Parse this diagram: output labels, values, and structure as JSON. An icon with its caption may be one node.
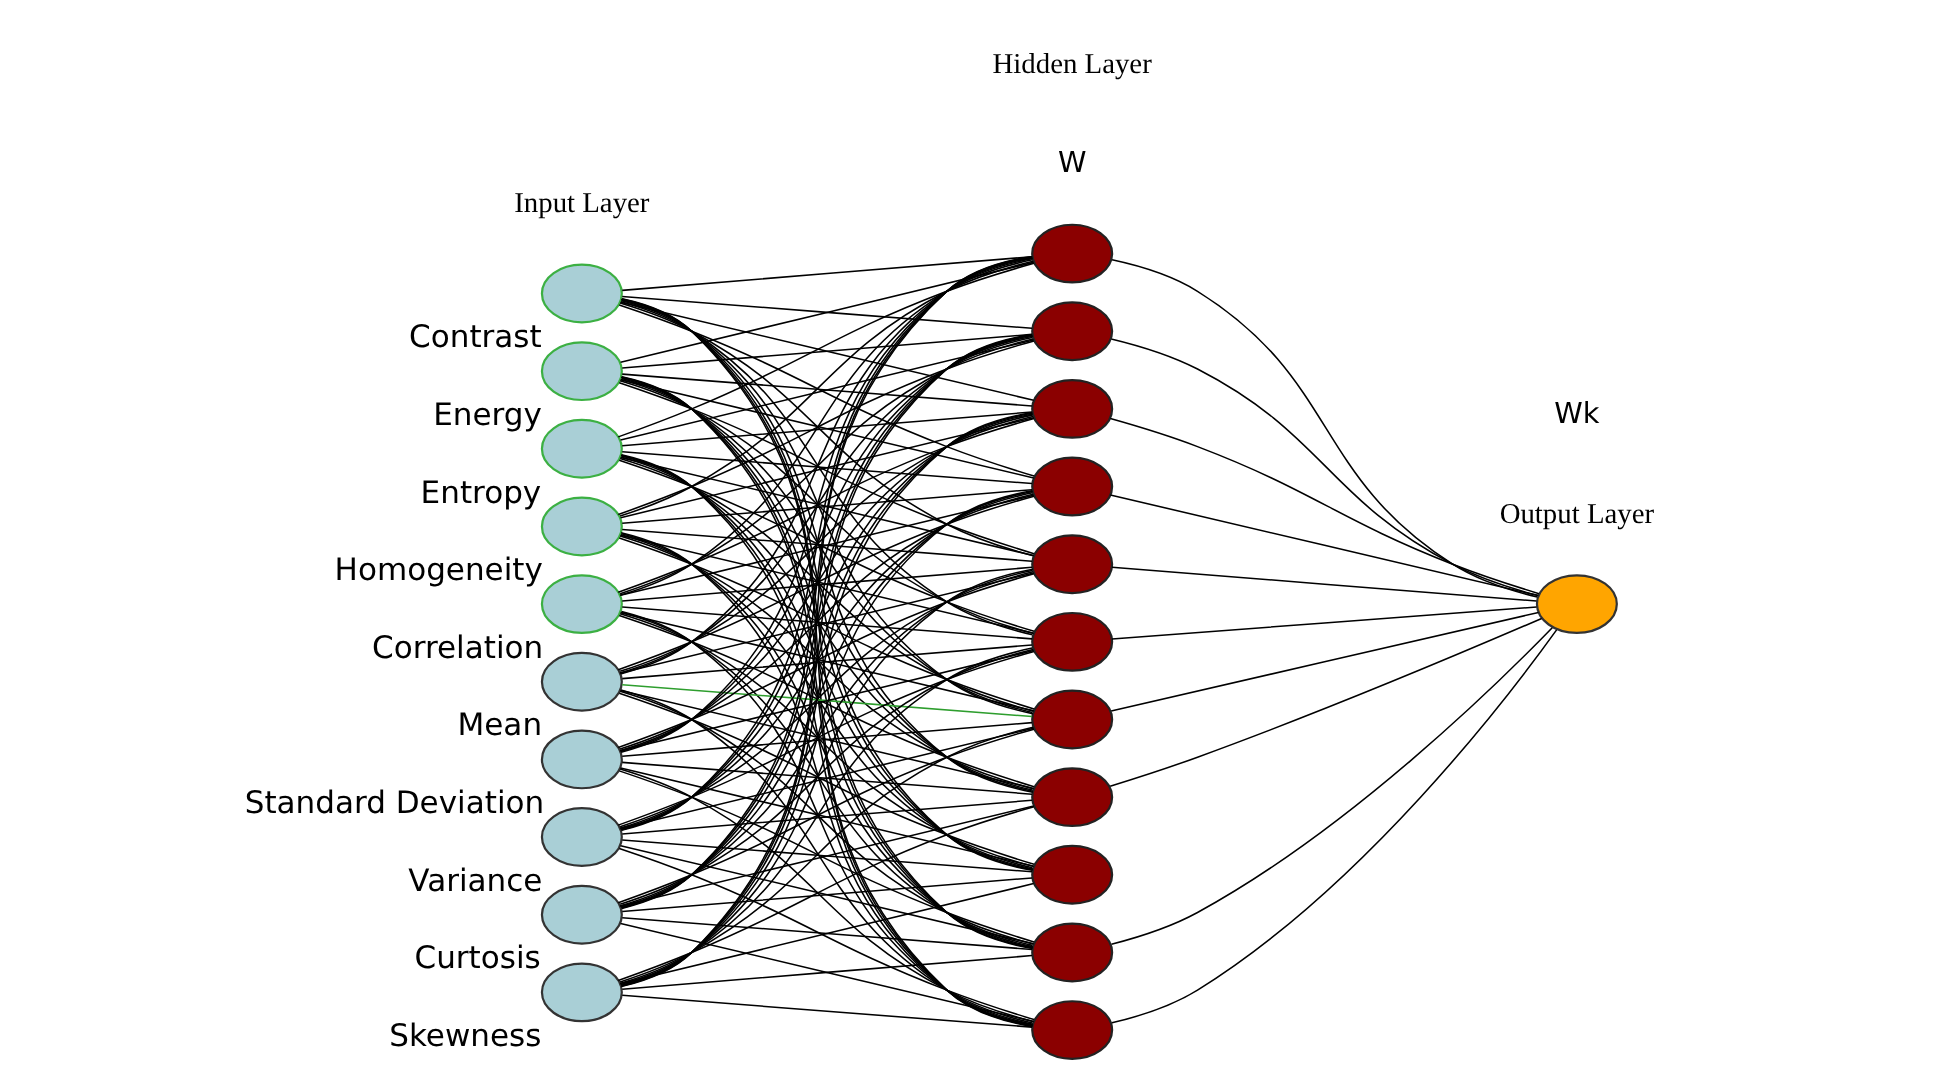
{
  "diagram": {
    "nodes": [
      {
        "text": [],
        "shape": "circle",
        "beside": [
          "Contrast"
        ]
      },
      {
        "text": [],
        "shape": "circle",
        "beside": [
          "Energy"
        ]
      },
      {
        "text": [],
        "shape": "circle",
        "beside": [
          "Entropy"
        ]
      },
      {
        "text": [],
        "shape": "circle",
        "beside": [
          "Homogeneity"
        ]
      },
      {
        "text": [],
        "shape": "circle",
        "beside": [
          "Correlation"
        ]
      },
      {
        "text": [],
        "shape": "circle",
        "beside": [
          "Mean"
        ]
      },
      {
        "text": [],
        "shape": "circle",
        "beside": [
          "Standard Deviation"
        ]
      },
      {
        "text": [],
        "shape": "circle",
        "beside": [
          "Variance"
        ]
      },
      {
        "text": [],
        "shape": "circle",
        "beside": [
          "Curtosis"
        ]
      },
      {
        "text": [],
        "shape": "circle",
        "beside": [
          "Skewness"
        ]
      },
      {
        "text": [],
        "shape": "circle"
      },
      {
        "text": [],
        "shape": "circle"
      },
      {
        "text": [],
        "shape": "circle"
      },
      {
        "text": [],
        "shape": "circle"
      },
      {
        "text": [],
        "shape": "circle"
      },
      {
        "text": [],
        "shape": "circle"
      },
      {
        "text": [],
        "shape": "circle"
      },
      {
        "text": [],
        "shape": "circle"
      },
      {
        "text": [],
        "shape": "circle"
      },
      {
        "text": [],
        "shape": "circle"
      },
      {
        "text": [],
        "shape": "circle"
      },
      {
        "text": [],
        "shape": "circle"
      }
    ],
    "edges": [
      {
        "from": 0,
        "to": 10,
        "arrow": "none"
      },
      {
        "from": 0,
        "to": 11,
        "arrow": "none"
      },
      {
        "from": 0,
        "to": 12,
        "arrow": "none"
      },
      {
        "from": 0,
        "to": 13,
        "arrow": "none"
      },
      {
        "from": 0,
        "to": 14,
        "arrow": "none"
      },
      {
        "from": 0,
        "to": 15,
        "arrow": "none"
      },
      {
        "from": 0,
        "to": 16,
        "arrow": "none"
      },
      {
        "from": 0,
        "to": 17,
        "arrow": "none"
      },
      {
        "from": 0,
        "to": 18,
        "arrow": "none"
      },
      {
        "from": 0,
        "to": 19,
        "arrow": "none"
      },
      {
        "from": 0,
        "to": 20,
        "arrow": "none"
      },
      {
        "from": 1,
        "to": 10,
        "arrow": "none"
      },
      {
        "from": 1,
        "to": 11,
        "arrow": "none"
      },
      {
        "from": 1,
        "to": 12,
        "arrow": "none"
      },
      {
        "from": 1,
        "to": 13,
        "arrow": "none"
      },
      {
        "from": 1,
        "to": 14,
        "arrow": "none"
      },
      {
        "from": 1,
        "to": 15,
        "arrow": "none"
      },
      {
        "from": 1,
        "to": 16,
        "arrow": "none"
      },
      {
        "from": 1,
        "to": 17,
        "arrow": "none"
      },
      {
        "from": 1,
        "to": 18,
        "arrow": "none"
      },
      {
        "from": 1,
        "to": 19,
        "arrow": "none"
      },
      {
        "from": 1,
        "to": 20,
        "arrow": "none"
      },
      {
        "from": 2,
        "to": 10,
        "arrow": "none"
      },
      {
        "from": 2,
        "to": 11,
        "arrow": "none"
      },
      {
        "from": 2,
        "to": 12,
        "arrow": "none"
      },
      {
        "from": 2,
        "to": 13,
        "arrow": "none"
      },
      {
        "from": 2,
        "to": 14,
        "arrow": "none"
      },
      {
        "from": 2,
        "to": 15,
        "arrow": "none"
      },
      {
        "from": 2,
        "to": 16,
        "arrow": "none"
      },
      {
        "from": 2,
        "to": 17,
        "arrow": "none"
      },
      {
        "from": 2,
        "to": 18,
        "arrow": "none"
      },
      {
        "from": 2,
        "to": 19,
        "arrow": "none"
      },
      {
        "from": 2,
        "to": 20,
        "arrow": "none"
      },
      {
        "from": 3,
        "to": 10,
        "arrow": "none"
      },
      {
        "from": 3,
        "to": 11,
        "arrow": "none"
      },
      {
        "from": 3,
        "to": 12,
        "arrow": "none"
      },
      {
        "from": 3,
        "to": 13,
        "arrow": "none"
      },
      {
        "from": 3,
        "to": 14,
        "arrow": "none"
      },
      {
        "from": 3,
        "to": 15,
        "arrow": "none"
      },
      {
        "from": 3,
        "to": 16,
        "arrow": "none"
      },
      {
        "from": 3,
        "to": 17,
        "arrow": "none"
      },
      {
        "from": 3,
        "to": 18,
        "arrow": "none"
      },
      {
        "from": 3,
        "to": 19,
        "arrow": "none"
      },
      {
        "from": 3,
        "to": 20,
        "arrow": "none"
      },
      {
        "from": 4,
        "to": 10,
        "arrow": "none"
      },
      {
        "from": 4,
        "to": 11,
        "arrow": "none"
      },
      {
        "from": 4,
        "to": 12,
        "arrow": "none"
      },
      {
        "from": 4,
        "to": 13,
        "arrow": "none"
      },
      {
        "from": 4,
        "to": 14,
        "arrow": "none"
      },
      {
        "from": 4,
        "to": 15,
        "arrow": "none"
      },
      {
        "from": 4,
        "to": 16,
        "arrow": "none"
      },
      {
        "from": 4,
        "to": 17,
        "arrow": "none"
      },
      {
        "from": 4,
        "to": 18,
        "arrow": "none"
      },
      {
        "from": 4,
        "to": 19,
        "arrow": "none"
      },
      {
        "from": 4,
        "to": 20,
        "arrow": "none"
      },
      {
        "from": 5,
        "to": 10,
        "arrow": "none"
      },
      {
        "from": 5,
        "to": 11,
        "arrow": "none"
      },
      {
        "from": 5,
        "to": 12,
        "arrow": "none"
      },
      {
        "from": 5,
        "to": 13,
        "arrow": "none"
      },
      {
        "from": 5,
        "to": 14,
        "arrow": "none"
      },
      {
        "from": 5,
        "to": 15,
        "arrow": "none"
      },
      {
        "from": 5,
        "to": 16,
        "arrow": "none",
        "color": "#2e9e2e"
      },
      {
        "from": 5,
        "to": 17,
        "arrow": "none"
      },
      {
        "from": 5,
        "to": 18,
        "arrow": "none"
      },
      {
        "from": 5,
        "to": 19,
        "arrow": "none"
      },
      {
        "from": 5,
        "to": 20,
        "arrow": "none"
      },
      {
        "from": 6,
        "to": 10,
        "arrow": "none"
      },
      {
        "from": 6,
        "to": 11,
        "arrow": "none"
      },
      {
        "from": 6,
        "to": 12,
        "arrow": "none"
      },
      {
        "from": 6,
        "to": 13,
        "arrow": "none"
      },
      {
        "from": 6,
        "to": 14,
        "arrow": "none"
      },
      {
        "from": 6,
        "to": 15,
        "arrow": "none"
      },
      {
        "from": 6,
        "to": 16,
        "arrow": "none"
      },
      {
        "from": 6,
        "to": 17,
        "arrow": "none"
      },
      {
        "from": 6,
        "to": 18,
        "arrow": "none"
      },
      {
        "from": 6,
        "to": 19,
        "arrow": "none"
      },
      {
        "from": 6,
        "to": 20,
        "arrow": "none"
      },
      {
        "from": 7,
        "to": 10,
        "arrow": "none"
      },
      {
        "from": 7,
        "to": 11,
        "arrow": "none"
      },
      {
        "from": 7,
        "to": 12,
        "arrow": "none"
      },
      {
        "from": 7,
        "to": 13,
        "arrow": "none"
      },
      {
        "from": 7,
        "to": 14,
        "arrow": "none"
      },
      {
        "from": 7,
        "to": 15,
        "arrow": "none"
      },
      {
        "from": 7,
        "to": 16,
        "arrow": "none"
      },
      {
        "from": 7,
        "to": 17,
        "arrow": "none"
      },
      {
        "from": 7,
        "to": 18,
        "arrow": "none"
      },
      {
        "from": 7,
        "to": 19,
        "arrow": "none"
      },
      {
        "from": 7,
        "to": 20,
        "arrow": "none"
      },
      {
        "from": 8,
        "to": 10,
        "arrow": "none"
      },
      {
        "from": 8,
        "to": 11,
        "arrow": "none"
      },
      {
        "from": 8,
        "to": 12,
        "arrow": "none"
      },
      {
        "from": 8,
        "to": 13,
        "arrow": "none"
      },
      {
        "from": 8,
        "to": 14,
        "arrow": "none"
      },
      {
        "from": 8,
        "to": 15,
        "arrow": "none"
      },
      {
        "from": 8,
        "to": 16,
        "arrow": "none"
      },
      {
        "from": 8,
        "to": 17,
        "arrow": "none"
      },
      {
        "from": 8,
        "to": 18,
        "arrow": "none"
      },
      {
        "from": 8,
        "to": 19,
        "arrow": "none"
      },
      {
        "from": 8,
        "to": 20,
        "arrow": "none"
      },
      {
        "from": 9,
        "to": 10,
        "arrow": "none"
      },
      {
        "from": 9,
        "to": 11,
        "arrow": "none"
      },
      {
        "from": 9,
        "to": 12,
        "arrow": "none"
      },
      {
        "from": 9,
        "to": 13,
        "arrow": "none"
      },
      {
        "from": 9,
        "to": 14,
        "arrow": "none"
      },
      {
        "from": 9,
        "to": 15,
        "arrow": "none"
      },
      {
        "from": 9,
        "to": 16,
        "arrow": "none"
      },
      {
        "from": 9,
        "to": 17,
        "arrow": "none"
      },
      {
        "from": 9,
        "to": 18,
        "arrow": "none"
      },
      {
        "from": 9,
        "to": 19,
        "arrow": "none"
      },
      {
        "from": 9,
        "to": 20,
        "arrow": "none"
      },
      {
        "from": 10,
        "to": 21,
        "arrow": "none"
      },
      {
        "from": 11,
        "to": 21,
        "arrow": "none"
      },
      {
        "from": 12,
        "to": 21,
        "arrow": "none"
      },
      {
        "from": 13,
        "to": 21,
        "arrow": "none"
      },
      {
        "from": 14,
        "to": 21,
        "arrow": "none"
      },
      {
        "from": 15,
        "to": 21,
        "arrow": "none"
      },
      {
        "from": 16,
        "to": 21,
        "arrow": "none"
      },
      {
        "from": 17,
        "to": 21,
        "arrow": "none"
      },
      {
        "from": 19,
        "to": 21,
        "arrow": "none"
      },
      {
        "from": 20,
        "to": 21,
        "arrow": "none"
      }
    ],
    "labels": [
      "Hidden Layer",
      "Input Layer",
      "W",
      "Wk",
      "Output Layer"
    ]
  }
}
